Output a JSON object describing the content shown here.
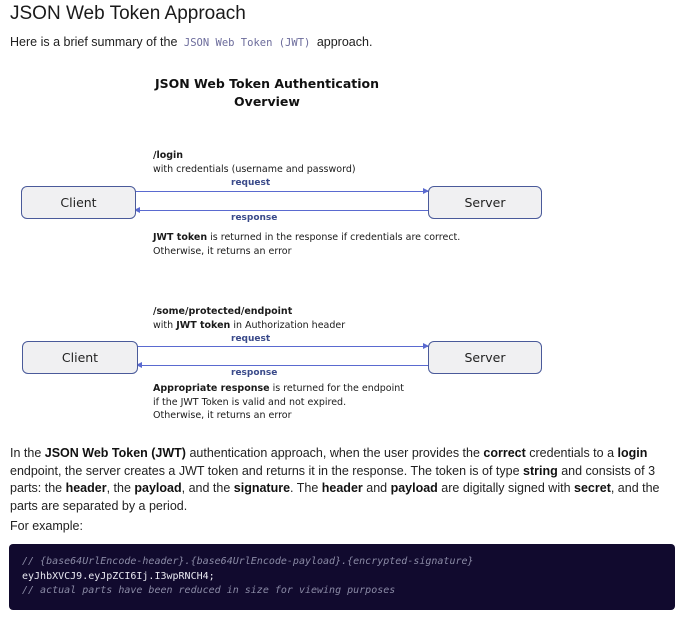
{
  "header": {
    "title": "JSON Web Token Approach"
  },
  "intro": {
    "prefix": "Here is a brief summary of the ",
    "code": "JSON Web Token (JWT)",
    "suffix": " approach."
  },
  "diagram": {
    "title_line1": "JSON Web Token Authentication",
    "title_line2": "Overview",
    "flows": [
      {
        "endpoint": "/login",
        "request_detail": "with credentials (username and password)",
        "request_label": "request",
        "response_label": "response",
        "client_label": "Client",
        "server_label": "Server",
        "response_bold": "JWT token",
        "response_line1_rest": " is returned in the response if credentials are correct.",
        "response_line2": "Otherwise, it returns an error"
      },
      {
        "endpoint": "/some/protected/endpoint",
        "request_prefix": "with ",
        "request_bold": "JWT token",
        "request_suffix": " in Authorization header",
        "request_label": "request",
        "response_label": "response",
        "client_label": "Client",
        "server_label": "Server",
        "response_bold": "Appropriate response",
        "response_line1_rest": " is returned for the endpoint",
        "response_line2": "if the JWT Token is  valid and not expired.",
        "response_line3": "Otherwise, it returns an error"
      }
    ]
  },
  "paragraph": {
    "t1": "In the ",
    "b1": "JSON Web Token (JWT)",
    "t2": " authentication approach, when the user provides the ",
    "b2": "correct",
    "t3": " credentials to a ",
    "b3": "login",
    "t4": " endpoint, the server creates a JWT token and returns it in the response. The token is of type ",
    "b4": "string",
    "t5": " and consists of 3 parts: the ",
    "b5": "header",
    "t6": ", the ",
    "b6": "payload",
    "t7": ", and the ",
    "b7": "signature",
    "t8": ". The ",
    "b8": "header",
    "t9": " and ",
    "b9": "payload",
    "t10": " are digitally signed with ",
    "b10": "secret",
    "t11": ", and the parts are separated by a period."
  },
  "example": {
    "label": "For example:",
    "code_lines": [
      "// {base64UrlEncode-header}.{base64UrlEncode-payload}.{encrypted-signature}",
      "eyJhbXVCJ9.eyJpZCI6Ij.I3wpRNCH4;",
      "// actual parts have been reduced in size for viewing purposes"
    ]
  },
  "colors": {
    "code_background": "#110a2e",
    "arrow": "#5a6ad0",
    "box_border": "#4a5a9a",
    "inline_code": "#6b6b9b"
  }
}
